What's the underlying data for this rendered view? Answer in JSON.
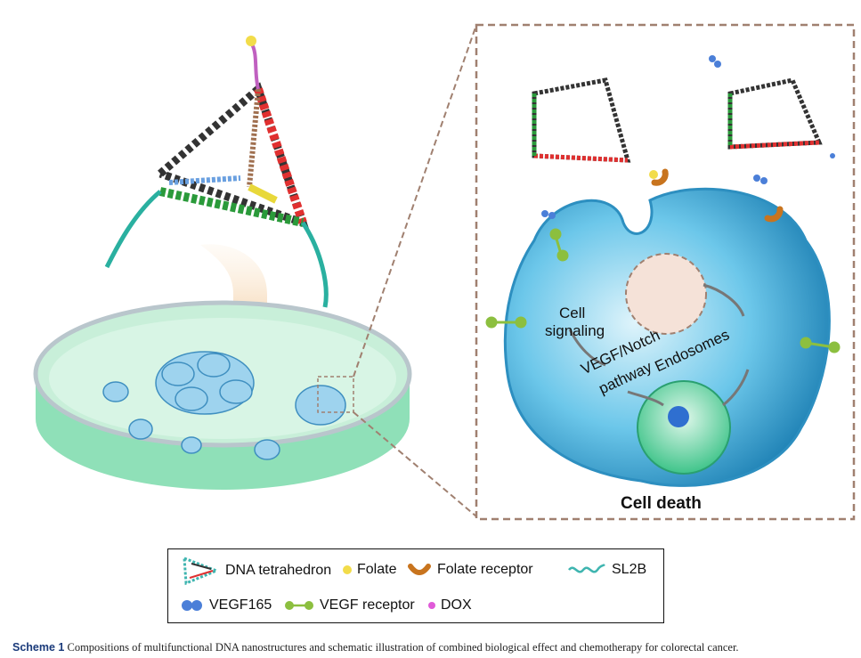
{
  "labels": {
    "cell_signaling_1": "Cell",
    "cell_signaling_2": "signaling",
    "pathway_1": "VEGF/Notch",
    "pathway_2": "pathway",
    "endosomes": "Endosomes",
    "cell_death": "Cell death"
  },
  "legend": {
    "items": [
      {
        "label": "DNA tetrahedron",
        "icon": "dna-tetrahedron-icon"
      },
      {
        "label": "Folate",
        "icon": "yellow-dot-icon",
        "color": "#f2dc4a"
      },
      {
        "label": "Folate receptor",
        "icon": "orange-arc-icon",
        "color": "#c8741e"
      },
      {
        "label": "SL2B",
        "icon": "helix-icon",
        "color": "#3fb5b0"
      },
      {
        "label": "VEGF165",
        "icon": "blue-double-dot-icon",
        "color": "#4b7fd8"
      },
      {
        "label": "VEGF receptor",
        "icon": "green-dumbbell-icon",
        "color": "#8cbf3f"
      },
      {
        "label": "DOX",
        "icon": "pink-dot-icon",
        "color": "#e05ad8"
      }
    ]
  },
  "caption": {
    "prefix": "Scheme 1",
    "text": "Compositions of multifunctional DNA nanostructures and schematic illustration of combined biological effect and chemotherapy for colorectal cancer."
  }
}
